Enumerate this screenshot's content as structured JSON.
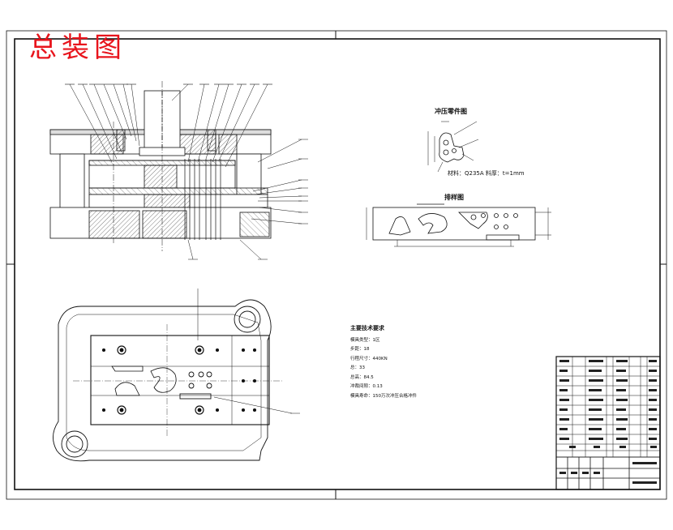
{
  "title": "总装图",
  "part_drawing": {
    "heading": "冲压零件图",
    "spec": "材料：Q235A  料厚：t=1mm"
  },
  "strip_layout": {
    "heading": "排样图"
  },
  "tech_requirements": {
    "heading": "主要技术要求",
    "lines": [
      "模具类型：1区",
      "步距：18",
      "行程尺寸：440KN",
      "总：33",
      "总高：84.5",
      "冲裁间隙：0.13",
      "模具寿命：150万次冲压合格冲件"
    ]
  },
  "colors": {
    "title_red": "#e8141c",
    "line": "#111111",
    "hatch": "#444444"
  }
}
